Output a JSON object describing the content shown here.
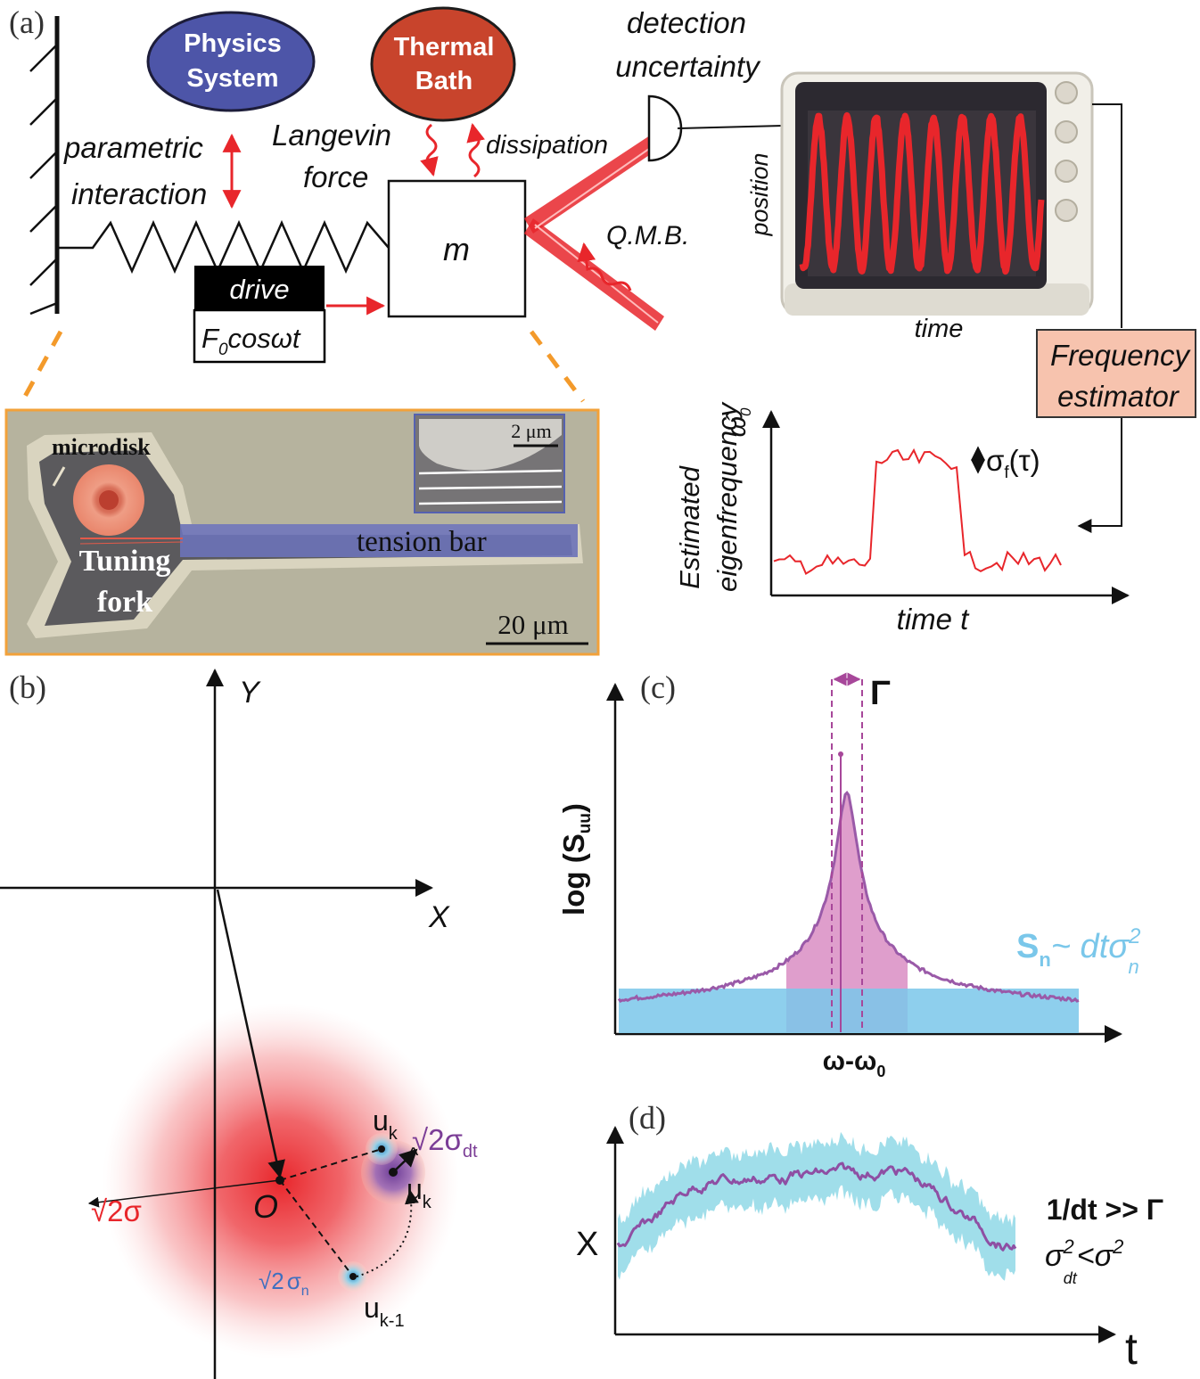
{
  "panel_labels": {
    "a": "(a)",
    "b": "(b)",
    "c": "(c)",
    "d": "(d)"
  },
  "panel_a": {
    "physics_system": [
      "Physics",
      "System"
    ],
    "thermal_bath": [
      "Thermal",
      "Bath"
    ],
    "parametric_interaction": [
      "parametric",
      "interaction"
    ],
    "langevin_force": [
      "Langevin",
      "force"
    ],
    "dissipation": "dissipation",
    "mass": "m",
    "drive": "drive",
    "drive_formula": {
      "f": "F",
      "sub": "0",
      "rest": "cosωt"
    },
    "detection_uncertainty": [
      "detection",
      "uncertainty"
    ],
    "qmb": "Q.M.B.",
    "scope_ylabel": "position",
    "scope_xlabel": "time",
    "frequency_estimator": [
      "Frequency",
      "estimator"
    ],
    "estimator_ylabel": [
      "Estimated",
      "eigenfrequency"
    ],
    "omega_hat": "ω̂",
    "omega_hat_sub": "0",
    "estimator_xlabel": "time t",
    "sigma_f": {
      "sigma": "σ",
      "sub": "f",
      "arg": "(τ)"
    },
    "sem": {
      "microdisk": "microdisk",
      "tuning_fork": [
        "Tuning",
        "fork"
      ],
      "tension_bar": "tension bar",
      "scale_main": "20 μm",
      "scale_inset": "2 μm"
    }
  },
  "panel_b": {
    "y_axis": "Y",
    "x_axis": "X",
    "origin": "O",
    "sigma_label": "√2σ",
    "u_k": {
      "base": "u",
      "sub": "k"
    },
    "u_k_hat": {
      "base": "u",
      "sub": "k",
      "hat": "^"
    },
    "u_km1": {
      "base": "u",
      "sub": "k-1"
    },
    "sigma_dt": {
      "root": "√2",
      "sigma": "σ",
      "sub": "dt"
    },
    "sigma_n": {
      "root": "√2",
      "sigma": "σ",
      "sub": "n"
    }
  },
  "panel_c": {
    "ylabel": {
      "text": "log (S",
      "sub": "uu",
      "close": ")"
    },
    "xlabel": {
      "text": "ω-ω",
      "sub": "0"
    },
    "gamma": "Γ",
    "noise_label": {
      "s": "S",
      "sub": "n",
      "rest": "~ dtσ",
      "sup": "2",
      "sub2": "n"
    }
  },
  "panel_d": {
    "ylabel": "X",
    "xlabel": "t",
    "cond1": "1/dt >> Γ",
    "cond2": {
      "sigma": "σ",
      "sup": "2",
      "sub": "dt",
      "rest": "<σ",
      "sup2": "2"
    }
  },
  "colors": {
    "physics_blue": "#4d55a8",
    "bath_red": "#c8442c",
    "signal_red": "#e8262b",
    "estimator_box": "#f7c3ae",
    "noise_blue": "#7ac7ea",
    "lorentz_purple": "#a7479a",
    "trace_purple": "#8e4fa3",
    "band_cyan": "#8fd8e6",
    "sem_border": "#f2a13a",
    "orange_dash": "#f39a2b",
    "sigma_red": "#e8262b",
    "sigma_dt_purple": "#7b3d96",
    "sigma_n_blue": "#3f6fbf"
  }
}
